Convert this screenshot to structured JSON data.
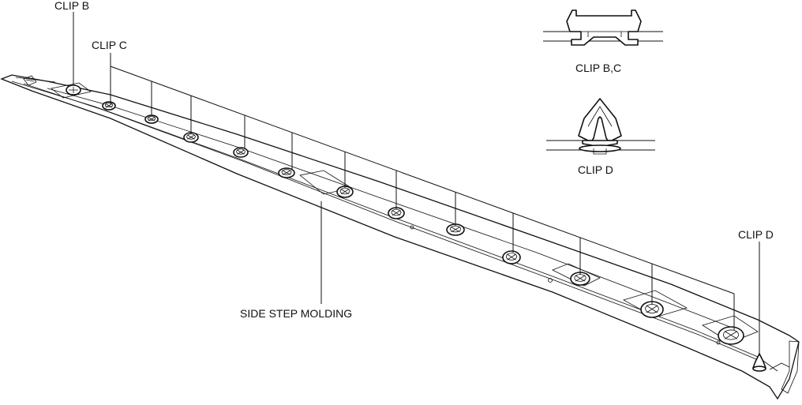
{
  "labels": {
    "clip_b": "CLIP B",
    "clip_c": "CLIP C",
    "clip_d_right": "CLIP D",
    "side_step_molding": "SIDE STEP MOLDING",
    "inset_clip_bc": "CLIP B,C",
    "inset_clip_d": "CLIP D"
  }
}
